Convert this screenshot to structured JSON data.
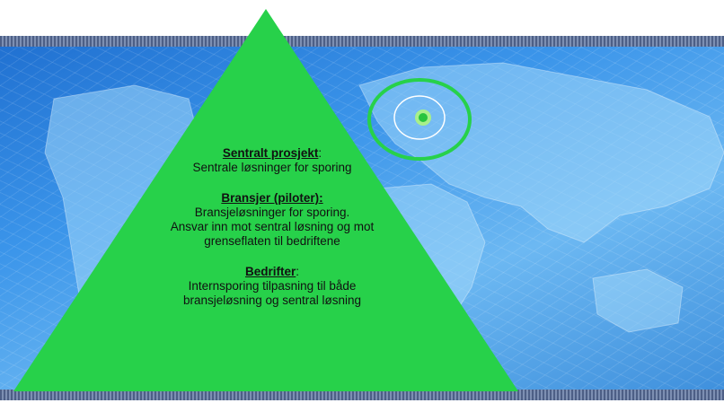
{
  "colors": {
    "pyramid": "#27d14a",
    "highlight_ring": "#27d14a",
    "background": "#3b95ea"
  },
  "blocks": [
    {
      "heading": "Sentralt prosjekt",
      "suffix": ":",
      "lines": [
        "Sentrale løsninger for sporing"
      ]
    },
    {
      "heading": "Bransjer (piloter):",
      "suffix": "",
      "lines": [
        "Bransjeløsninger for sporing.",
        "Ansvar inn mot sentral løsning og mot",
        "grenseflaten til bedriftene"
      ]
    },
    {
      "heading": "Bedrifter",
      "suffix": ":",
      "lines": [
        "Internsporing tilpasning til både",
        "bransjeløsning og sentral løsning"
      ]
    }
  ]
}
